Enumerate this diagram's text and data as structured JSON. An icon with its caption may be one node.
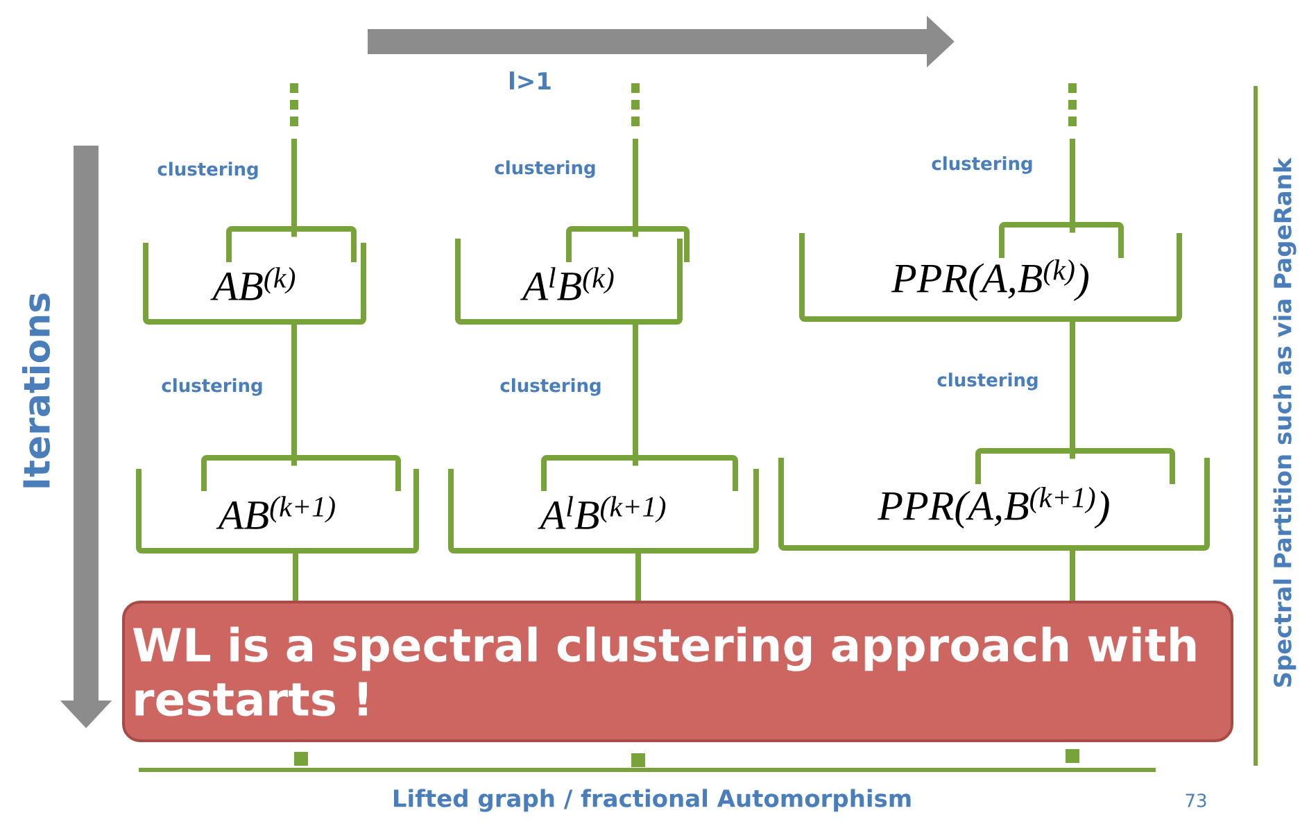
{
  "diagram": {
    "nodes": [
      {
        "text": [
          "AB$^{(k)}$"
        ]
      },
      {
        "text": [
          "A$^{l}$B$^{(k)}$"
        ]
      },
      {
        "text": [
          "PPR(A,B$^{(k)}$)"
        ]
      },
      {
        "text": [
          "AB$^{(k+1)}$"
        ]
      },
      {
        "text": [
          "A$^{l}$B$^{(k+1)}$"
        ]
      },
      {
        "text": [
          "PPR(A,B$^{(k+1)}$)"
        ]
      },
      {
        "text": [
          "WL is a spectral clustering approach with restarts !"
        ]
      }
    ],
    "edges": [
      {
        "from": null,
        "to": 0,
        "arrow": "none",
        "label": "clustering"
      },
      {
        "from": null,
        "to": 1,
        "arrow": "none",
        "label": "clustering"
      },
      {
        "from": null,
        "to": 2,
        "arrow": "none",
        "label": "clustering"
      },
      {
        "from": 0,
        "to": 3,
        "arrow": "none",
        "label": "clustering"
      },
      {
        "from": 1,
        "to": 4,
        "arrow": "none",
        "label": "clustering"
      },
      {
        "from": 2,
        "to": 5,
        "arrow": "none",
        "label": "clustering"
      },
      {
        "from": 3,
        "to": 6,
        "arrow": "none"
      },
      {
        "from": 4,
        "to": 6,
        "arrow": "none"
      },
      {
        "from": 5,
        "to": 6,
        "arrow": "none"
      }
    ],
    "labels": [
      "l>1",
      "Iterations",
      "Spectral Partition such as via PageRank",
      "Lifted graph / fractional Automorphism",
      "73"
    ]
  }
}
